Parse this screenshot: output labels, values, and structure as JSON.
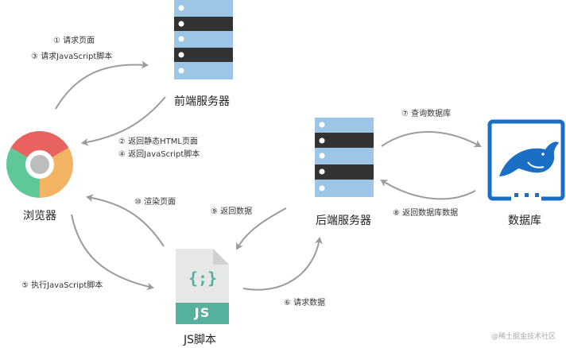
{
  "nodes": {
    "frontend_server": "前端服务器",
    "browser": "浏览器",
    "backend_server": "后端服务器",
    "database": "数据库",
    "js_script": "JS脚本"
  },
  "edges": {
    "e1": "① 请求页面",
    "e3": "③ 请求JavaScript脚本",
    "e2": "② 返回静态HTML页面",
    "e4": "④ 返回JavaScript脚本",
    "e7": "⑦ 查询数据库",
    "e8": "⑧ 返回数据库数据",
    "e10": "⑩ 渲染页面",
    "e9": "⑨ 返回数据",
    "e5": "⑤ 执行JavaScript脚本",
    "e6": "⑥ 请求数据"
  },
  "icons": {
    "js_code_glyph": "{;}",
    "js_badge": "JS"
  },
  "watermark": "@稀土掘金技术社区",
  "colors": {
    "server_stripe": "#9cc5e6",
    "server_dark": "#333333",
    "db_blue": "#1a6fc4",
    "js_file": "#e6e7e7",
    "js_green": "#56b09e",
    "arrow": "#9b9b9b"
  }
}
